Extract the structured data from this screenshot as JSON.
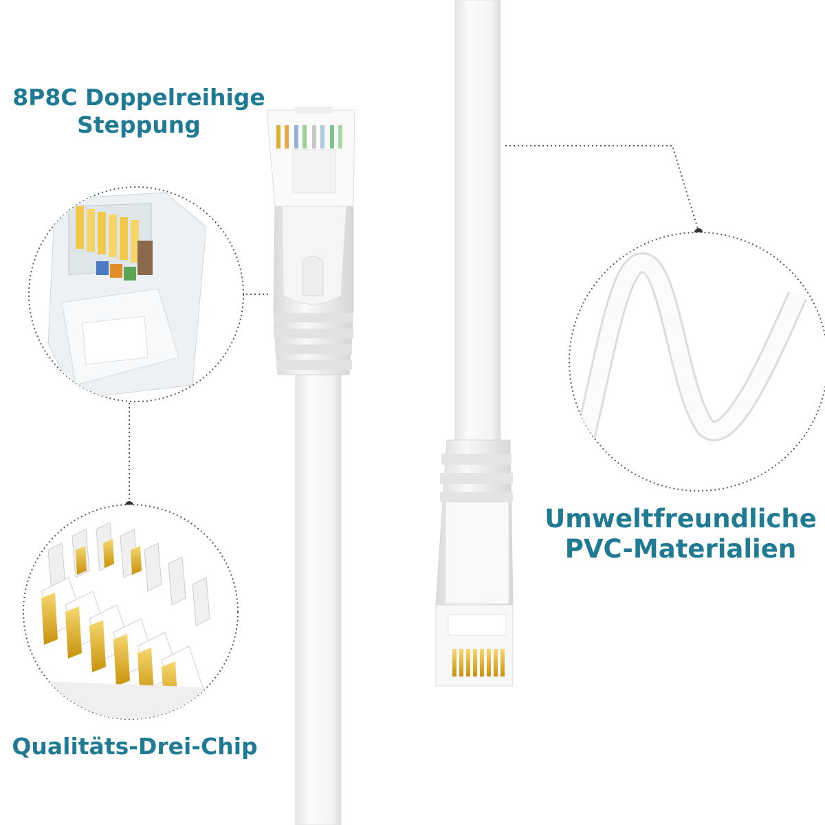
{
  "captions": {
    "connector": [
      "8P8C Doppelreihige",
      "Steppung"
    ],
    "chip": "Qualitäts-Drei-Chip",
    "material": [
      "Umweltfreundliche",
      "PVC-Materialien"
    ]
  },
  "colors": {
    "caption": "#1f7a93",
    "cable": "#f6f6f6",
    "cable_shade": "#e2e2e2",
    "gold": "#e2b21a",
    "dot": "#333333"
  }
}
